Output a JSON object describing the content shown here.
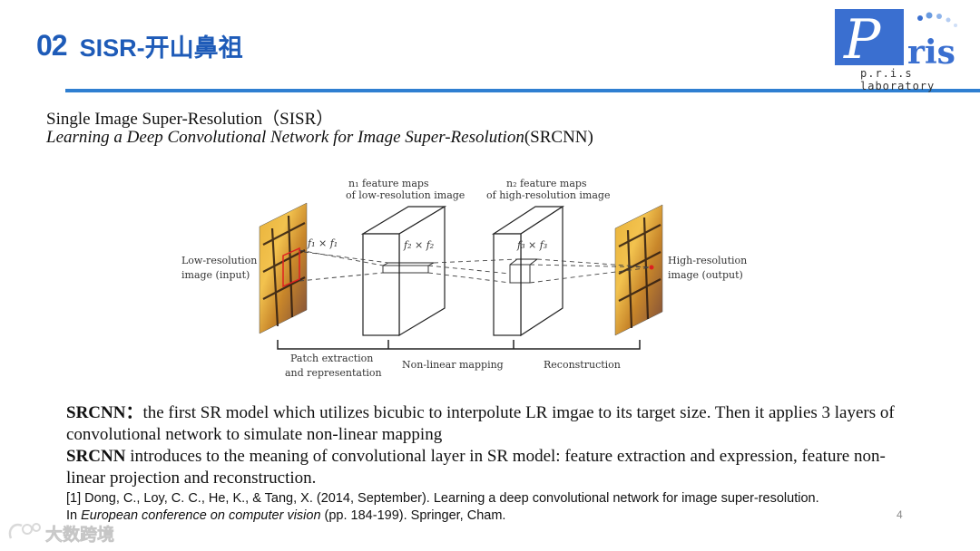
{
  "slide": {
    "section_number": "02",
    "section_title": "SISR-开山鼻祖",
    "page_number": "4"
  },
  "logo": {
    "text": "Pris",
    "subtitle": "p.r.i.s laboratory"
  },
  "headings": {
    "line1": "Single Image Super-Resolution（SISR）",
    "line2_italic": "Learning a Deep Convolutional Network for Image Super-Resolution",
    "line2_suffix": "(SRCNN)"
  },
  "diagram": {
    "input_label_1": "Low-resolution",
    "input_label_2": "image (input)",
    "output_label_1": "High-resolution",
    "output_label_2": "image (output)",
    "maps1_label_1": "n₁ feature maps",
    "maps1_label_2": "of low-resolution image",
    "maps2_label_1": "n₂ feature maps",
    "maps2_label_2": "of high-resolution image",
    "filter1": "f₁ × f₁",
    "filter2": "f₂ × f₂",
    "filter3": "f₃ × f₃",
    "stage1_1": "Patch extraction",
    "stage1_2": "and representation",
    "stage2": "Non-linear mapping",
    "stage3": "Reconstruction"
  },
  "body": {
    "p1_bold": "SRCNN：",
    "p1_text": "the first SR model which utilizes bicubic to interpolute LR imgae to its target size. Then it applies 3 layers of convolutional network to simulate non-linear mapping",
    "p2_bold": "SRCNN",
    "p2_text": " introduces to the meaning of convolutional layer in SR model: feature extraction and expression, feature non-linear projection and reconstruction."
  },
  "reference": {
    "line1": "[1] Dong, C., Loy, C. C., He, K., & Tang, X. (2014, September). Learning a deep convolutional network for image super-resolution.",
    "line2_prefix": "In ",
    "line2_italic": "European conference on computer vision",
    "line2_suffix": " (pp. 184-199). Springer, Cham."
  },
  "watermark": {
    "text": "大数跨境"
  },
  "colors": {
    "title_blue": "#1e5bb8",
    "rule_blue": "#2f7fd1",
    "logo_blue": "#3a6fd0"
  }
}
